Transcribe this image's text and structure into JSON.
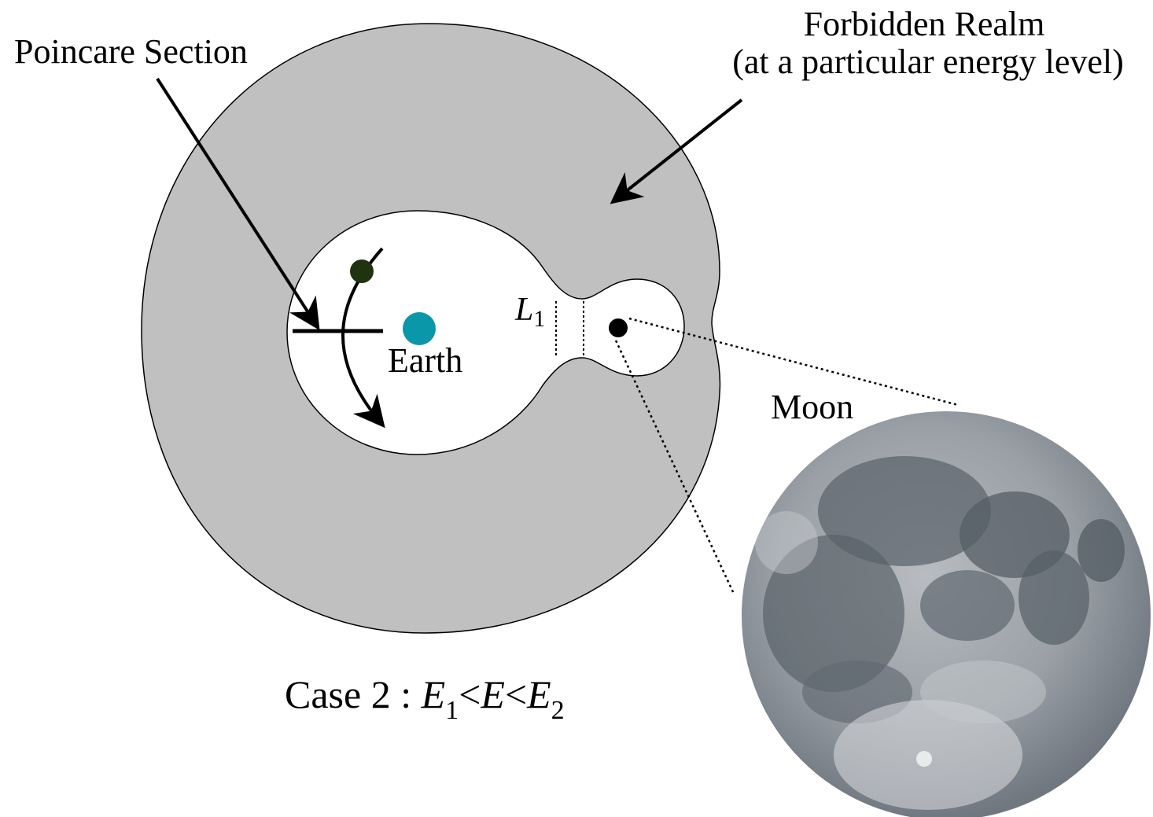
{
  "labels": {
    "poincare_section": "Poincare Section",
    "forbidden_realm_line1": "Forbidden Realm",
    "forbidden_realm_line2": "(at a particular energy level)",
    "earth": "Earth",
    "moon": "Moon",
    "l1_letter": "L",
    "l1_sub": "1"
  },
  "caption": {
    "prefix": "Case 2 : ",
    "e": "E",
    "sub1": "1",
    "lt1": "<",
    "e_mid": "E",
    "lt2": "<",
    "e_end": "E",
    "sub2": "2"
  },
  "colors": {
    "forbidden_fill": "#c0c0c0",
    "earth": "#0a97a9",
    "particle": "#1f3310",
    "moon_dot": "#000000"
  }
}
